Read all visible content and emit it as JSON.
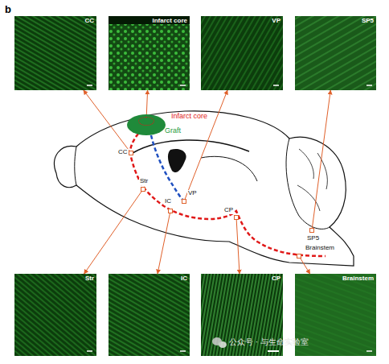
{
  "diagram": {
    "nodes": [
      {
        "text": [
          "CC"
        ]
      },
      {
        "text": [
          "Infarct core"
        ]
      },
      {
        "text": [
          "VP"
        ]
      },
      {
        "text": [
          "SP5"
        ]
      },
      {
        "text": [
          "Str"
        ]
      },
      {
        "text": [
          "IC"
        ]
      },
      {
        "text": [
          "CP"
        ]
      },
      {
        "text": [
          "Brainstem"
        ]
      },
      {
        "text": [
          "Graft"
        ]
      },
      {
        "text": [
          "Infarct core"
        ],
        "in": 8
      },
      {
        "text": [
          "CC"
        ]
      },
      {
        "text": [
          "Str"
        ]
      },
      {
        "text": [
          "IC"
        ]
      },
      {
        "text": [
          "VP"
        ]
      },
      {
        "text": [
          "CP"
        ]
      },
      {
        "text": [
          "SP5"
        ]
      },
      {
        "text": [
          "Brainstem"
        ]
      }
    ],
    "edges": [
      {
        "from": 10,
        "to": 0,
        "arrow": "to"
      },
      {
        "from": 9,
        "to": 1,
        "arrow": "to"
      },
      {
        "from": 13,
        "to": 2,
        "arrow": "to"
      },
      {
        "from": 15,
        "to": 3,
        "arrow": "to"
      },
      {
        "from": 11,
        "to": 4,
        "arrow": "to"
      },
      {
        "from": 12,
        "to": 5,
        "arrow": "to"
      },
      {
        "from": 14,
        "to": 6,
        "arrow": "to"
      },
      {
        "from": 16,
        "to": 7,
        "arrow": "to"
      }
    ],
    "labels": [
      "b",
      "公众号 · 与生命实验室"
    ]
  }
}
